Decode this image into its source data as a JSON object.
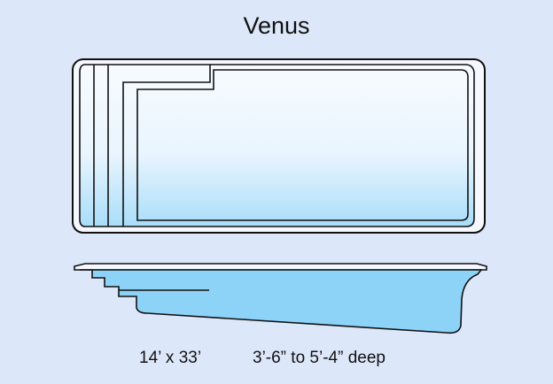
{
  "title": "Venus",
  "dimensions": "14’ x 33’",
  "depth": "3’-6” to 5’-4” deep",
  "colors": {
    "background": "#dde7fa",
    "outline": "#111111",
    "water_light": "#f3f9ff",
    "water_mid": "#c9e6fb",
    "water_deep": "#8dd3f7",
    "coping": "#f6f8ff"
  }
}
